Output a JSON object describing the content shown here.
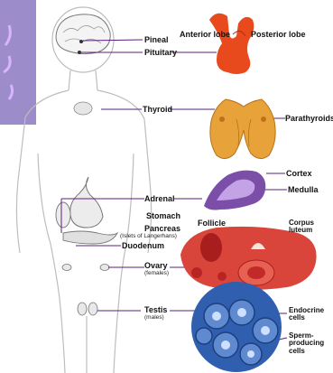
{
  "labels": {
    "pineal": "Pineal",
    "pituitary": "Pituitary",
    "anterior_lobe": "Anterior lobe",
    "posterior_lobe": "Posterior lobe",
    "thyroid": "Thyroid",
    "parathyroids": "Parathyroids",
    "cortex": "Cortex",
    "medulla": "Medulla",
    "adrenal": "Adrenal",
    "stomach": "Stomach",
    "pancreas": "Pancreas",
    "islets": "(Islets of Langerhans)",
    "duodenum": "Duodenum",
    "follicle": "Follicle",
    "corpus_luteum_1": "Corpus",
    "corpus_luteum_2": "luteum",
    "ovary": "Ovary",
    "ovary_note": "(females)",
    "testis": "Testis",
    "testis_note": "(males)",
    "endocrine_1": "Endocrine",
    "endocrine_2": "cells",
    "sperm_1": "Sperm-",
    "sperm_2": "producing",
    "sperm_3": "cells"
  },
  "colors": {
    "organ_red": "#e8491d",
    "thyroid_orange": "#e8a23a",
    "adrenal_purple": "#7b4fa8",
    "ovary_red": "#d9453a",
    "testis_blue": "#2f5fae",
    "pointer_line": "#5a1f7a",
    "corner_panel": "#9b86c8"
  }
}
